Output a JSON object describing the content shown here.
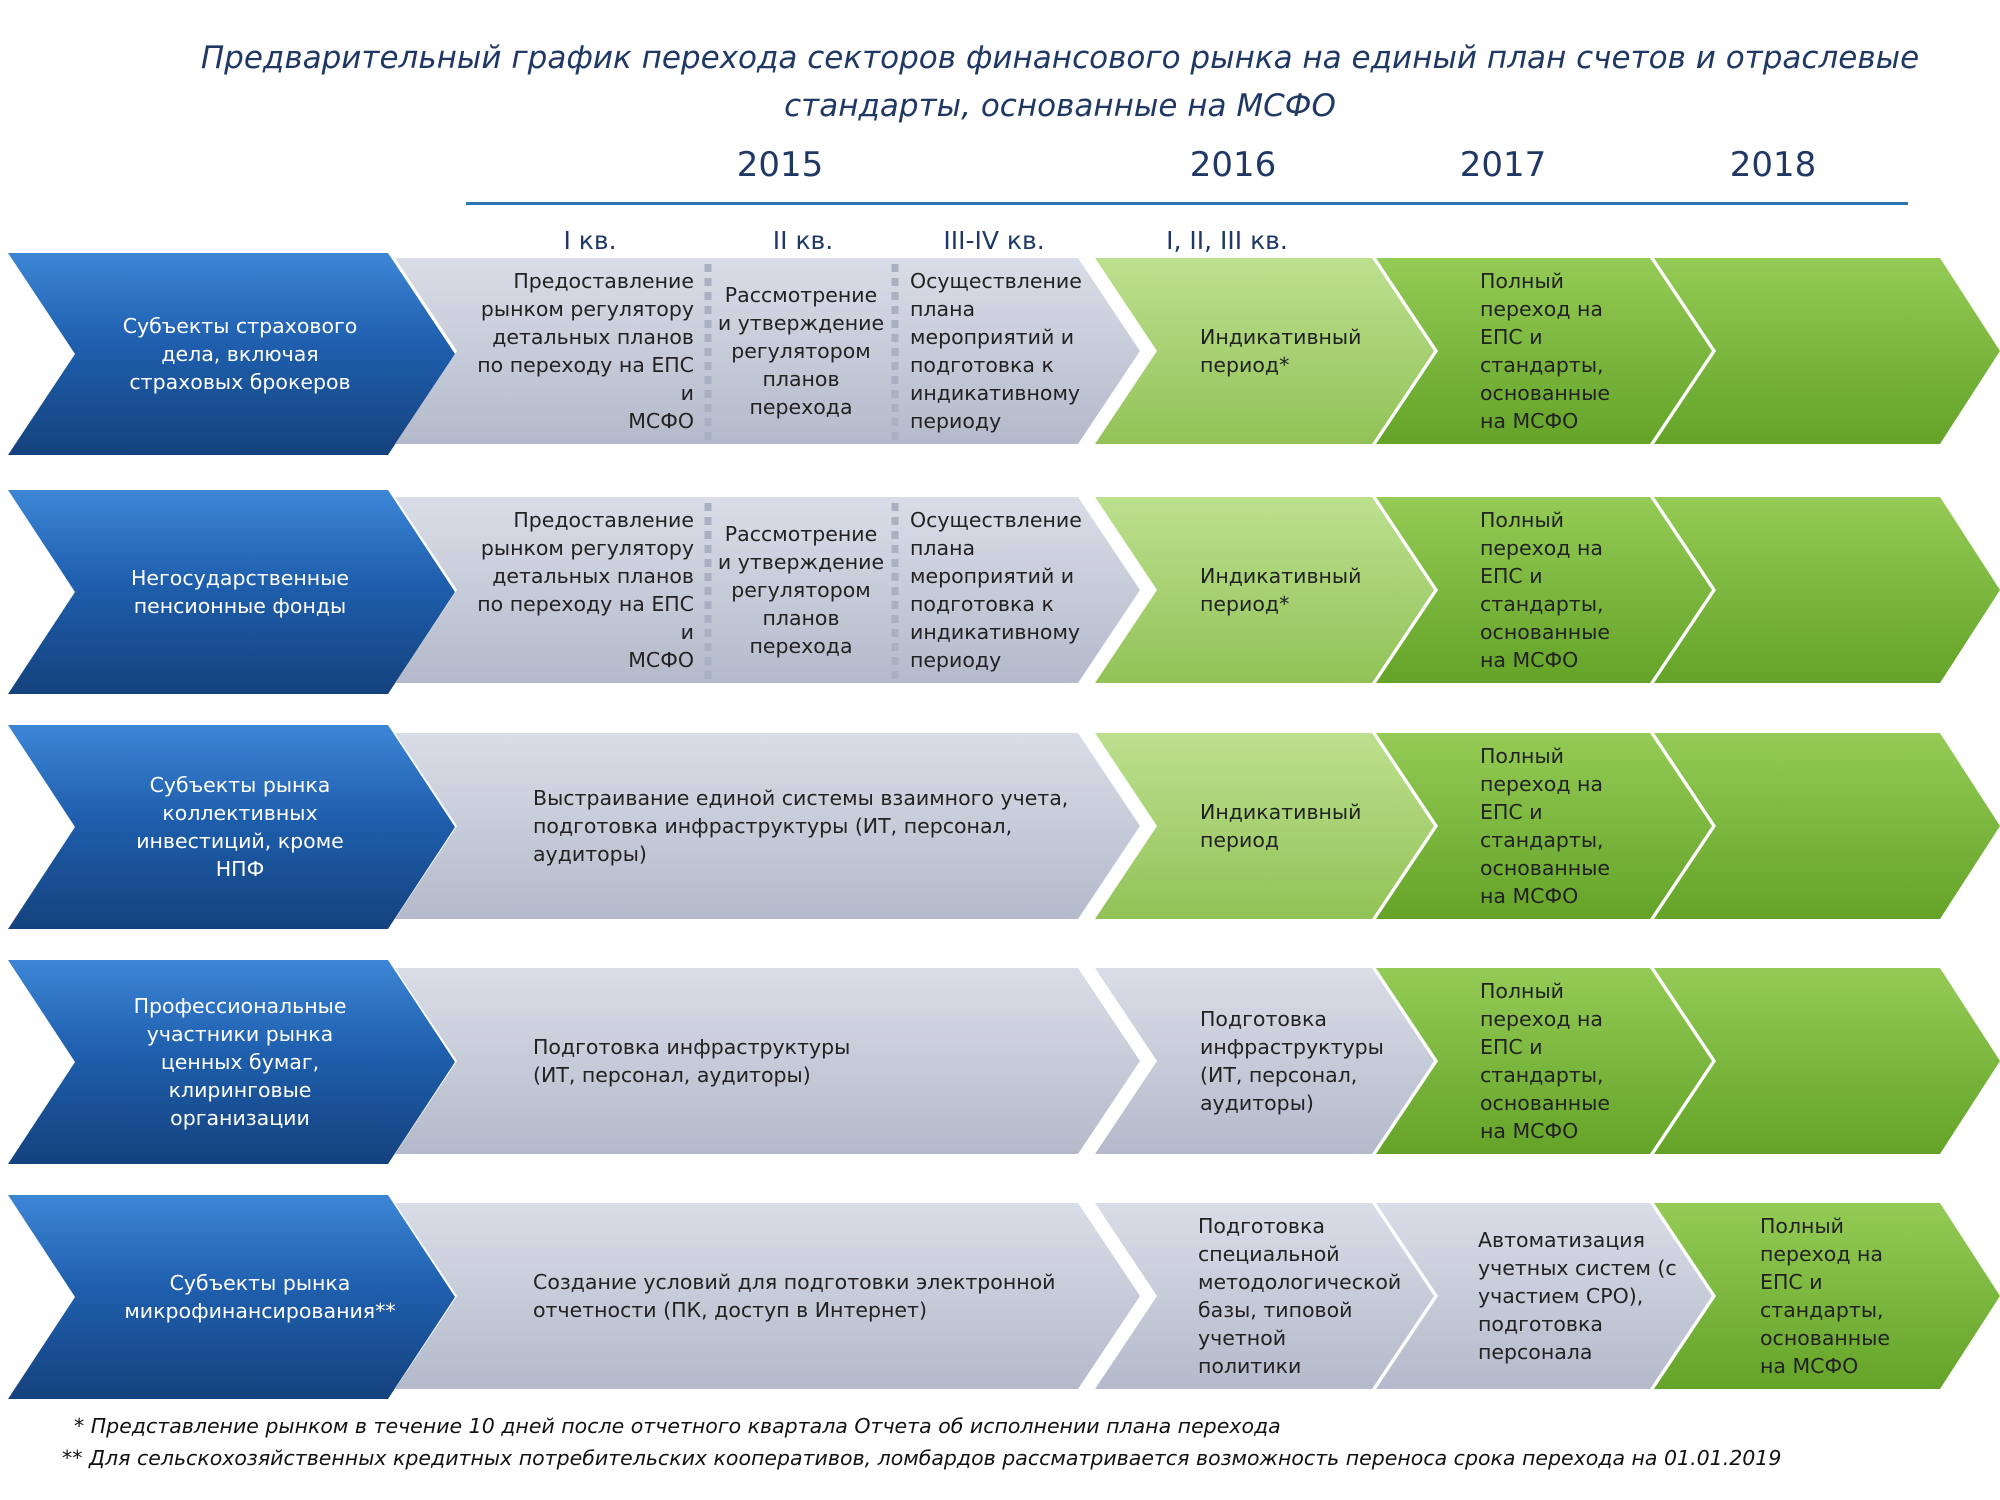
{
  "title": "Предварительный график перехода секторов финансового рынка на единый план счетов и отраслевые стандарты, основанные на МСФО",
  "years": [
    "2015",
    "2016",
    "2017",
    "2018"
  ],
  "quarters": [
    "I кв.",
    "II кв.",
    "III-IV кв.",
    "I, II, III кв."
  ],
  "colors": {
    "blue": "#1f5fae",
    "gray": "#c5cad8",
    "light_green": "#a6cf6e",
    "green": "#7dbb3c",
    "title": "#1f3864"
  },
  "rows": [
    {
      "sector": "Субъекты страхового\nдела, включая\nстраховых брокеров",
      "stage_2015": {
        "q1": "Предоставление\nрынком регулятору\nдетальных планов\nпо переходу на ЕПС и\nМСФО",
        "q2": "Рассмотрение\nи утверждение\nрегулятором\nпланов\nперехода",
        "q34": "Осуществление\nплана\nмероприятий и\nподготовка к\nиндикативному\nпериоду"
      },
      "stage_2016": "Индикативный\nпериод*",
      "stage_2017": "Полный\nпереход на\nЕПС и\nстандарты,\nоснованные\nна МСФО",
      "stage_2018": ""
    },
    {
      "sector": "Негосударственные\nпенсионные фонды",
      "stage_2015": {
        "q1": "Предоставление\nрынком регулятору\nдетальных планов\nпо переходу на ЕПС и\nМСФО",
        "q2": "Рассмотрение\nи утверждение\nрегулятором\nпланов\nперехода",
        "q34": "Осуществление\nплана\nмероприятий и\nподготовка к\nиндикативному\nпериоду"
      },
      "stage_2016": "Индикативный\nпериод*",
      "stage_2017": "Полный\nпереход на\nЕПС и\nстандарты,\nоснованные\nна МСФО",
      "stage_2018": ""
    },
    {
      "sector": "Субъекты рынка\nколлективных\nинвестиций, кроме\nНПФ",
      "stage_2015_text": "Выстраивание единой системы взаимного учета,\nподготовка инфраструктуры (ИТ, персонал,\nаудиторы)",
      "stage_2016": "Индикативный\nпериод",
      "stage_2017": "Полный\nпереход на\nЕПС и\nстандарты,\nоснованные\nна МСФО",
      "stage_2018": ""
    },
    {
      "sector": "Профессиональные\nучастники рынка\nценных бумаг,\nклиринговые\nорганизации",
      "stage_2015_text": "Подготовка инфраструктуры\n(ИТ, персонал, аудиторы)",
      "stage_2016": "Подготовка\nинфраструктуры\n(ИТ, персонал,\nаудиторы)",
      "stage_2017": "Полный\nпереход на\nЕПС и\nстандарты,\nоснованные\nна МСФО",
      "stage_2018": ""
    },
    {
      "sector": "Субъекты рынка\nмикрофинансирования**",
      "stage_2015_text": "Создание условий для подготовки электронной\nотчетности (ПК, доступ в Интернет)",
      "stage_2016": "Подготовка\nспециальной\nметодологической\nбазы, типовой\nучетной\nполитики",
      "stage_2017": "Автоматизация\nучетных систем (с\nучастием СРО),\nподготовка\nперсонала",
      "stage_2018": "Полный\nпереход на\nЕПС и\nстандарты,\nоснованные\nна МСФО"
    }
  ],
  "footnotes": [
    "* Представление рынком в течение 10 дней после отчетного квартала Отчета об исполнении плана перехода",
    "** Для  сельскохозяйственных кредитных потребительских кооперативов, ломбардов рассматривается возможность переноса срока перехода на 01.01.2019"
  ]
}
